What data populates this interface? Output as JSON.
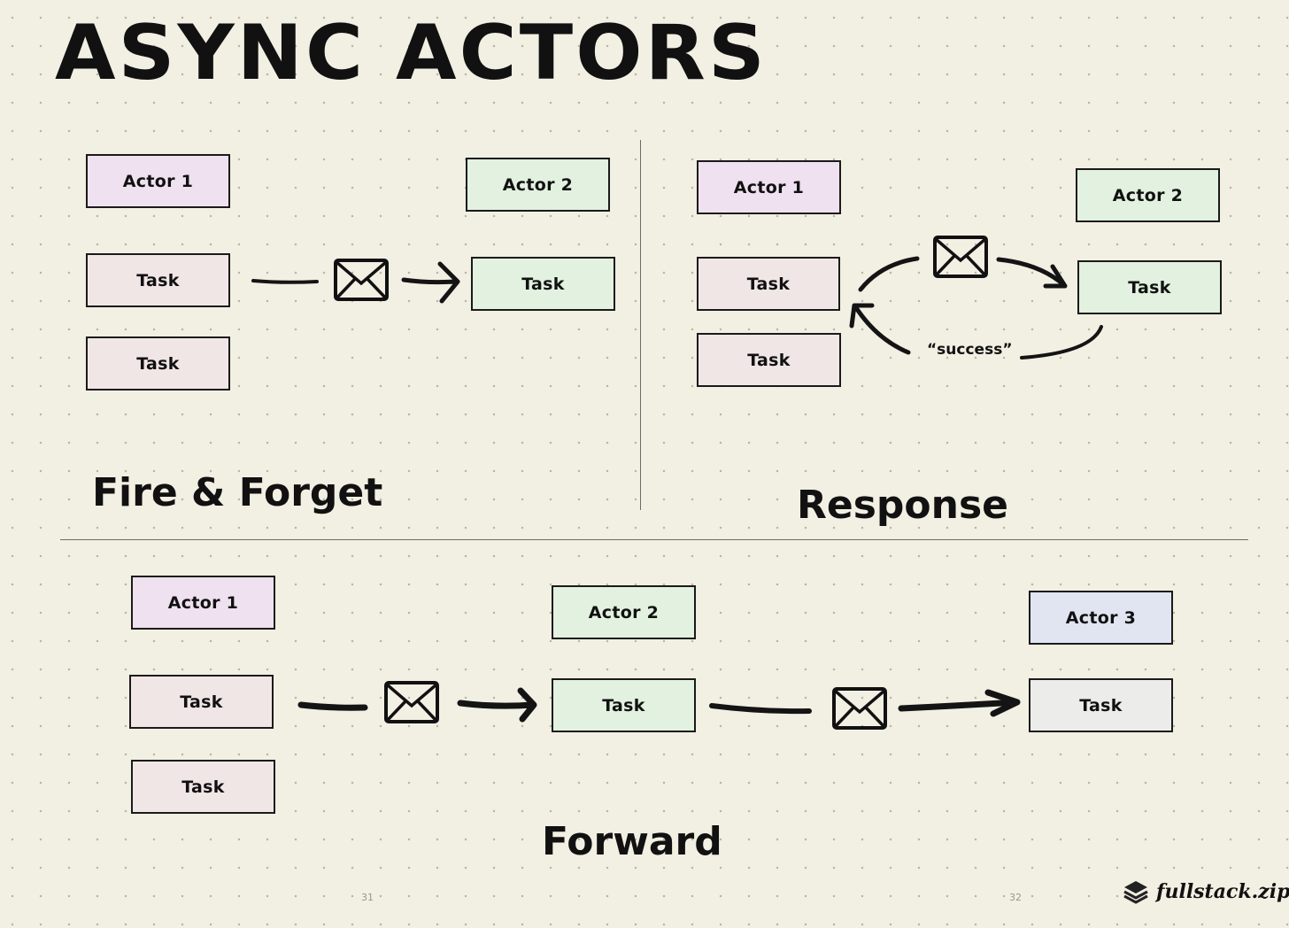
{
  "title": "ASYNC ACTORS",
  "labels": {
    "actor1": "Actor 1",
    "actor2": "Actor 2",
    "actor3": "Actor 3",
    "task": "Task"
  },
  "sections": {
    "fire_forget": "Fire & Forget",
    "response": "Response",
    "forward": "Forward"
  },
  "response_reply": "“success”",
  "page_numbers": [
    "31",
    "32"
  ],
  "brand": "fullstack.zip",
  "icons": [
    "envelope-icon",
    "arrow-icon",
    "stack-logo-icon"
  ]
}
